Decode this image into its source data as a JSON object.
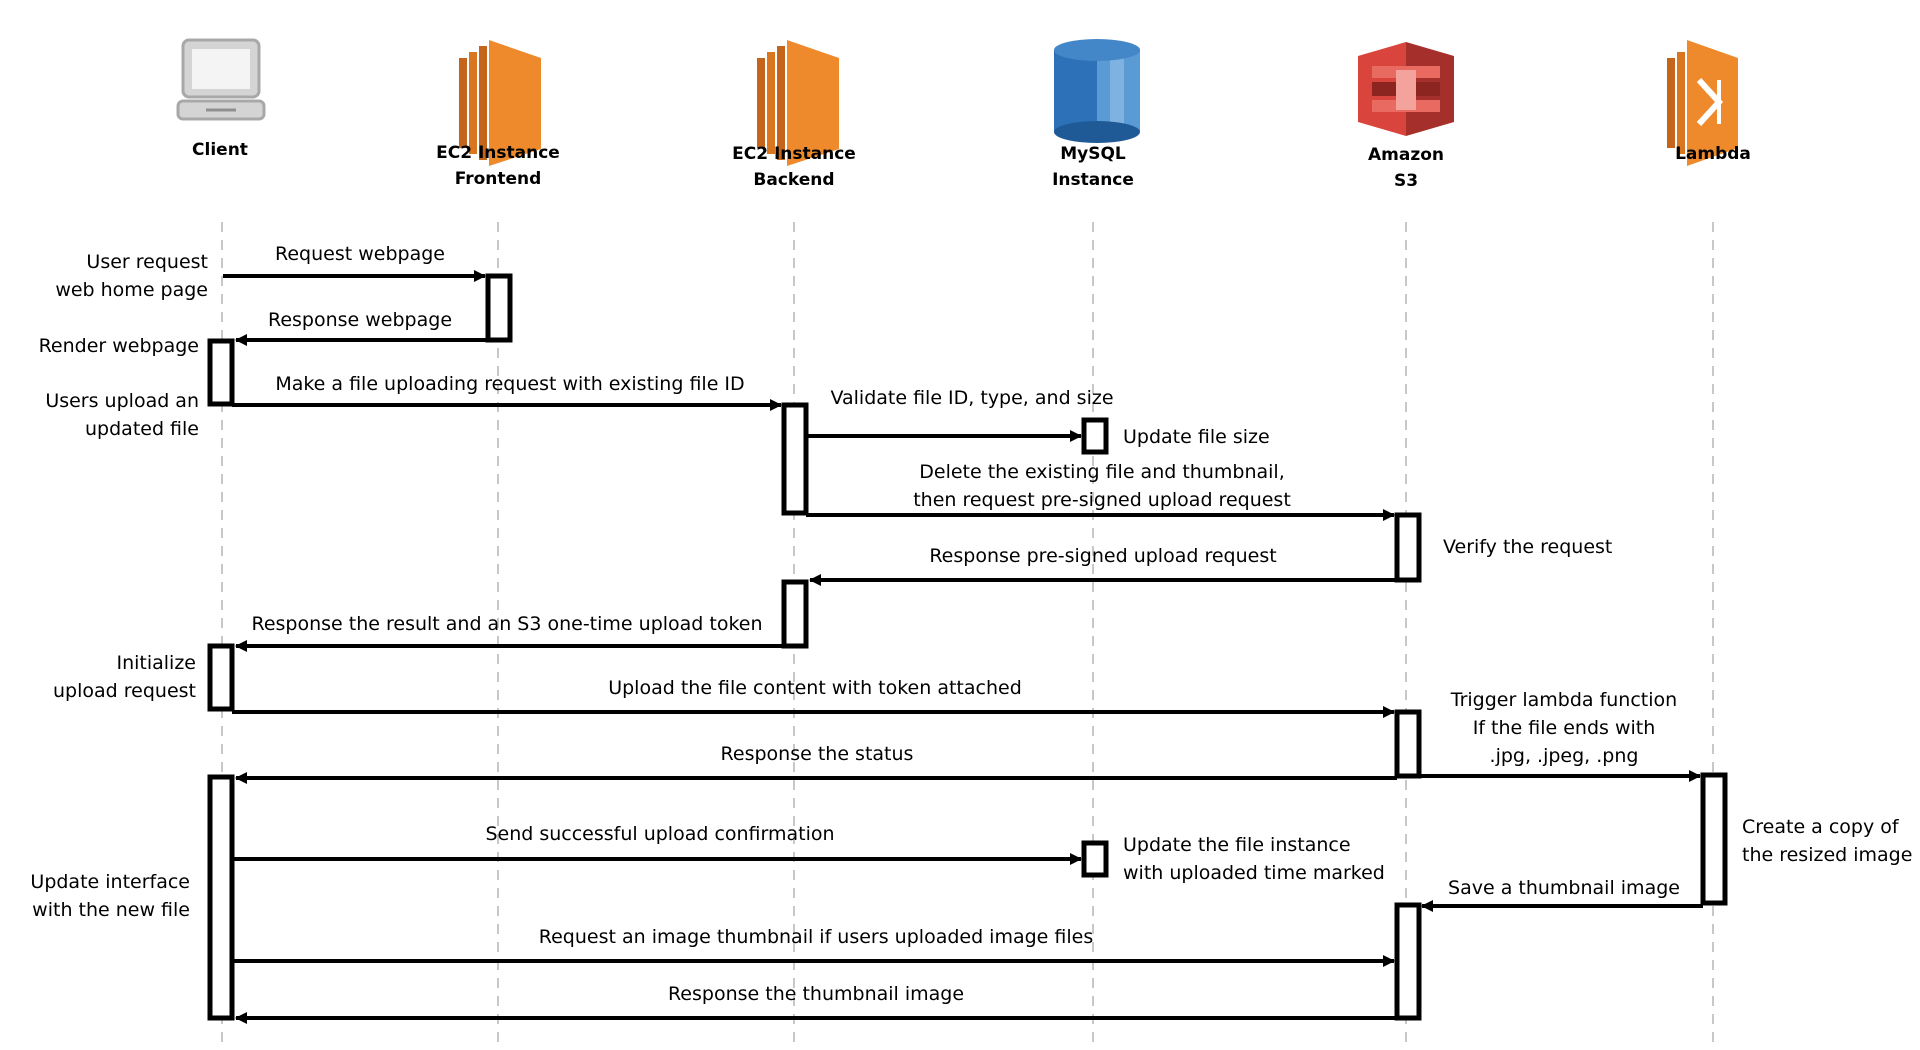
{
  "participants": [
    {
      "id": "client",
      "line1": "Client",
      "line2": "",
      "icon": "laptop-icon"
    },
    {
      "id": "frontend",
      "line1": "EC2 Instance",
      "line2": "Frontend",
      "icon": "ec2-icon"
    },
    {
      "id": "backend",
      "line1": "EC2 Instance",
      "line2": "Backend",
      "icon": "ec2-icon"
    },
    {
      "id": "mysql",
      "line1": "MySQL",
      "line2": "Instance",
      "icon": "database-icon"
    },
    {
      "id": "s3",
      "line1": "Amazon",
      "line2": "S3",
      "icon": "s3-bucket-icon"
    },
    {
      "id": "lambda",
      "line1": "Lambda",
      "line2": "",
      "icon": "lambda-icon"
    }
  ],
  "messages": [
    {
      "text": "Request webpage"
    },
    {
      "text": "Response webpage"
    },
    {
      "text": "Make a file uploading request with existing file ID"
    },
    {
      "text": "Validate file ID, type, and size"
    },
    {
      "line1": "Delete the existing file and thumbnail,",
      "line2": "then request pre-signed upload request"
    },
    {
      "text": "Response pre-signed upload request"
    },
    {
      "text": "Response the result and an S3 one-time upload token"
    },
    {
      "text": "Upload the file content with token attached"
    },
    {
      "text": "Response the status"
    },
    {
      "line1": "Trigger lambda function",
      "line2": "If the file ends with",
      "line3": ".jpg, .jpeg, .png"
    },
    {
      "text": "Send successful upload confirmation"
    },
    {
      "text": "Save a thumbnail image"
    },
    {
      "text": "Request an image thumbnail if users uploaded image files"
    },
    {
      "text": "Response the thumbnail image"
    }
  ],
  "notes": [
    {
      "line1": "User request",
      "line2": "web home page"
    },
    {
      "line1": "Render webpage",
      "line2": ""
    },
    {
      "line1": "Users upload an",
      "line2": "updated file"
    },
    {
      "line1": "Update file size",
      "line2": ""
    },
    {
      "line1": "Verify the request",
      "line2": ""
    },
    {
      "line1": "Initialize",
      "line2": "upload request"
    },
    {
      "line1": "Create a copy of",
      "line2": "the resized image"
    },
    {
      "line1": "Update the file instance",
      "line2": "with uploaded time marked"
    },
    {
      "line1": "Update interface",
      "line2": "with the new file"
    }
  ],
  "colors": {
    "ec2_orange": "#ee8a2c",
    "ec2_orange_dark": "#c4651b",
    "mysql_blue": "#2d72b8",
    "mysql_blue_light": "#5a9bd6",
    "s3_red": "#d9453c",
    "s3_red_dark": "#a5302b",
    "lifeline": "#c8c8c8",
    "line": "#000000"
  }
}
